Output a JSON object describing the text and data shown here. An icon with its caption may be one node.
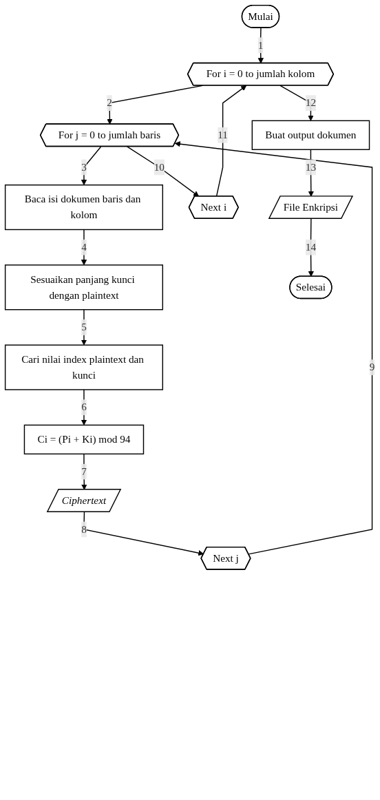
{
  "diagram": {
    "nodes": [
      {
        "text": [
          "Mulai"
        ]
      },
      {
        "text": [
          "For i = 0 to jumlah kolom"
        ]
      },
      {
        "text": [
          "For j = 0 to jumlah baris"
        ]
      },
      {
        "text": [
          "Baca isi dokumen baris dan kolom"
        ]
      },
      {
        "text": [
          "Sesuaikan panjang kunci dengan plaintext"
        ]
      },
      {
        "text": [
          "Cari nilai index plaintext dan kunci"
        ]
      },
      {
        "text": [
          "Ci = (Pi + Ki) mod 94"
        ]
      },
      {
        "text": [
          "Ciphertext"
        ]
      },
      {
        "text": [
          "Next j"
        ]
      },
      {
        "text": [
          "Next i"
        ]
      },
      {
        "text": [
          "Buat output dokumen"
        ]
      },
      {
        "text": [
          "File Enkripsi"
        ]
      },
      {
        "text": [
          "Selesai"
        ]
      }
    ],
    "edges": [
      {
        "from": 0,
        "to": 1,
        "arrow": "to",
        "label": "1"
      },
      {
        "from": 1,
        "to": 2,
        "arrow": "to",
        "label": "2"
      },
      {
        "from": 2,
        "to": 3,
        "arrow": "to",
        "label": "3"
      },
      {
        "from": 3,
        "to": 4,
        "arrow": "to",
        "label": "4"
      },
      {
        "from": 4,
        "to": 5,
        "arrow": "to",
        "label": "5"
      },
      {
        "from": 5,
        "to": 6,
        "arrow": "to",
        "label": "6"
      },
      {
        "from": 6,
        "to": 7,
        "arrow": "to",
        "label": "7"
      },
      {
        "from": 7,
        "to": 8,
        "arrow": "to",
        "label": "8"
      },
      {
        "from": 8,
        "to": 2,
        "arrow": "to",
        "label": "9"
      },
      {
        "from": 2,
        "to": 9,
        "arrow": "to",
        "label": "10"
      },
      {
        "from": 9,
        "to": 1,
        "arrow": "to",
        "label": "11"
      },
      {
        "from": 1,
        "to": 10,
        "arrow": "to",
        "label": "12"
      },
      {
        "from": 10,
        "to": 11,
        "arrow": "to",
        "label": "13"
      },
      {
        "from": 11,
        "to": 12,
        "arrow": "to",
        "label": "14"
      }
    ]
  }
}
